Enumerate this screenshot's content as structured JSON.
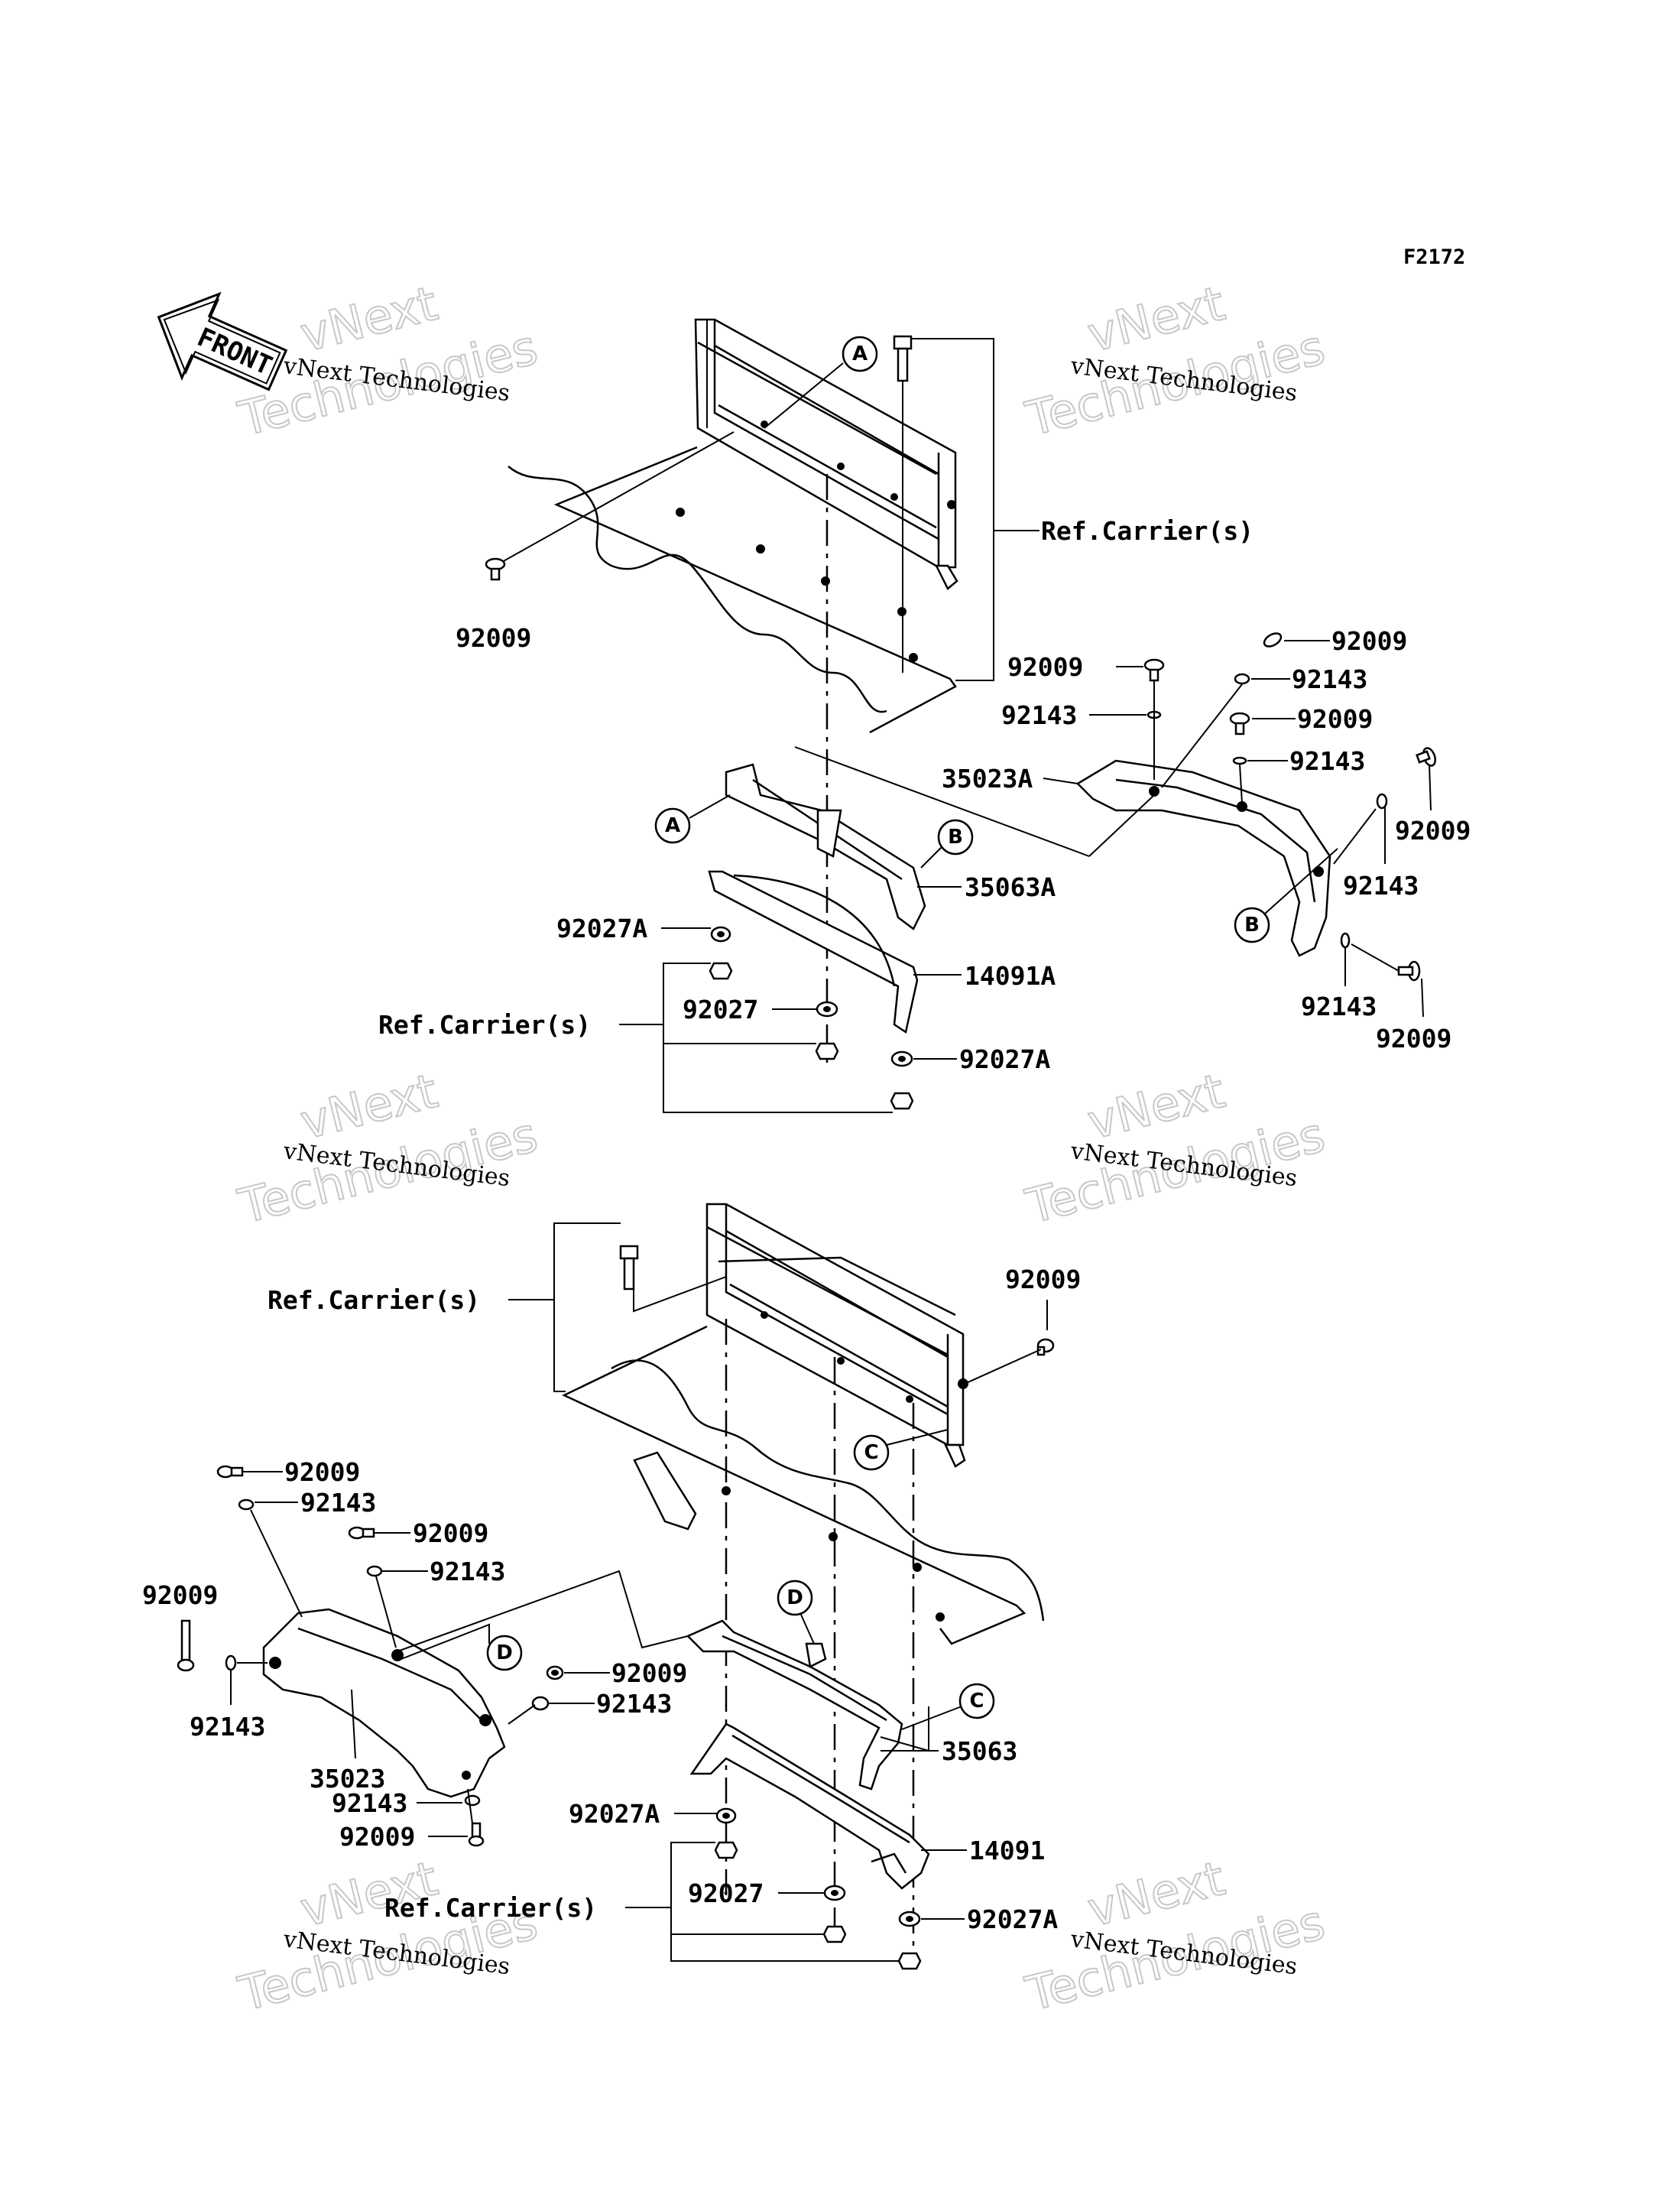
{
  "diagram_code": "F2172",
  "orientation": {
    "label": "FRONT",
    "icon": "front-arrow-icon"
  },
  "watermark": {
    "line1": "vNext Technologies",
    "line2": "vNext",
    "line3": "Technologies"
  },
  "callout_letters": {
    "a": "A",
    "b": "B",
    "c": "C",
    "d": "D"
  },
  "labels": {
    "p92009_a": "92009",
    "ref_carrier_1": "Ref.Carrier(s)",
    "p92009_b": "92009",
    "p92143_b": "92143",
    "p92009_c": "92009",
    "p92143_c": "92143",
    "p92009_d": "92009",
    "p92143_d": "92143",
    "p35023A": "35023A",
    "p92009_e": "92009",
    "p92143_e": "92143",
    "p35063A": "35063A",
    "p92027A_1": "92027A",
    "p14091A": "14091A",
    "p92027_1": "92027",
    "ref_carrier_2": "Ref.Carrier(s)",
    "p92027A_2": "92027A",
    "p92143_f": "92143",
    "p92009_f": "92009",
    "ref_carrier_3": "Ref.Carrier(s)",
    "p92009_g": "92009",
    "p92009_h": "92009",
    "p92143_h": "92143",
    "p92009_i": "92009",
    "p92143_i": "92143",
    "p92009_j": "92009",
    "p92143_j": "92143",
    "p35023": "35023",
    "p92009_k": "92009",
    "p92143_k": "92143",
    "p35063": "35063",
    "p92143_l": "92143",
    "p92009_l": "92009",
    "p92027A_3": "92027A",
    "p14091": "14091",
    "p92027_2": "92027",
    "ref_carrier_4": "Ref.Carrier(s)",
    "p92027A_4": "92027A"
  }
}
